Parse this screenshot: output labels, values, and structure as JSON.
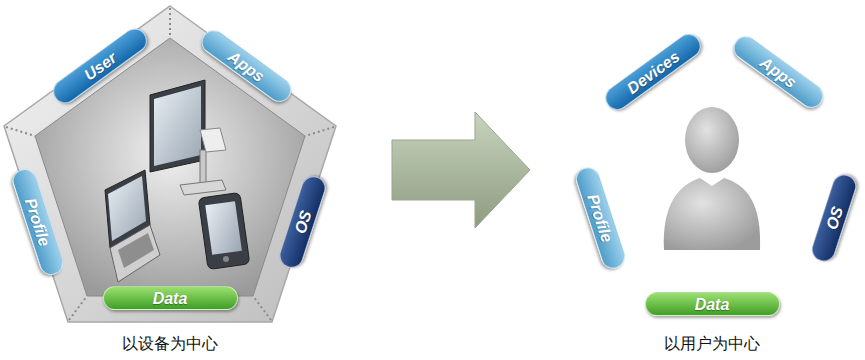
{
  "diagram": {
    "nodes": [
      {
        "text": [
          "User"
        ]
      },
      {
        "text": [
          "Apps"
        ]
      },
      {
        "text": [
          "Profile"
        ]
      },
      {
        "text": [
          "OS"
        ]
      },
      {
        "text": [
          "Data"
        ]
      },
      {
        "text": [
          "Devices"
        ]
      },
      {
        "text": [
          "Apps"
        ]
      },
      {
        "text": [
          "Profile"
        ]
      },
      {
        "text": [
          "OS"
        ]
      },
      {
        "text": [
          "Data"
        ]
      }
    ],
    "labels": [
      "以设备为中心",
      "以用户为中心"
    ]
  }
}
